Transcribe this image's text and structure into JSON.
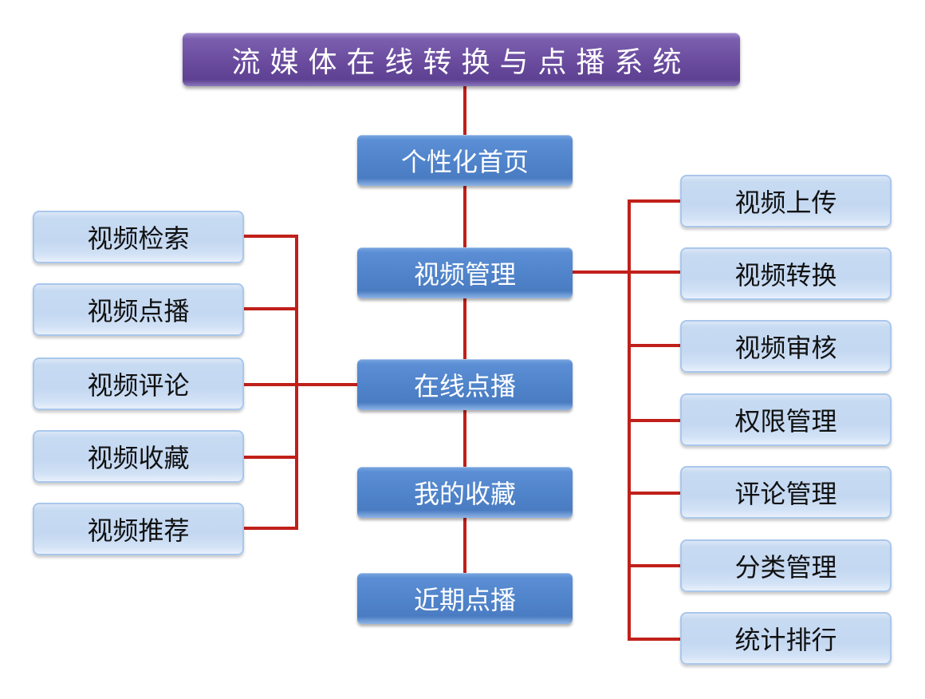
{
  "title": "流媒体在线转换与点播系统",
  "center_nodes": [
    {
      "label": "个性化首页"
    },
    {
      "label": "视频管理"
    },
    {
      "label": "在线点播"
    },
    {
      "label": "我的收藏"
    },
    {
      "label": "近期点播"
    }
  ],
  "left_branch": {
    "parent": "在线点播",
    "items": [
      {
        "label": "视频检索"
      },
      {
        "label": "视频点播"
      },
      {
        "label": "视频评论"
      },
      {
        "label": "视频收藏"
      },
      {
        "label": "视频推荐"
      }
    ]
  },
  "right_branch": {
    "parent": "视频管理",
    "items": [
      {
        "label": "视频上传"
      },
      {
        "label": "视频转换"
      },
      {
        "label": "视频审核"
      },
      {
        "label": "权限管理"
      },
      {
        "label": "评论管理"
      },
      {
        "label": "分类管理"
      },
      {
        "label": "统计排行"
      }
    ]
  },
  "colors": {
    "title_bg": "#6a4b9e",
    "center_node_bg": "#4f83ca",
    "leaf_node_bg": "#c4d8f1",
    "connector": "#c0201a"
  }
}
